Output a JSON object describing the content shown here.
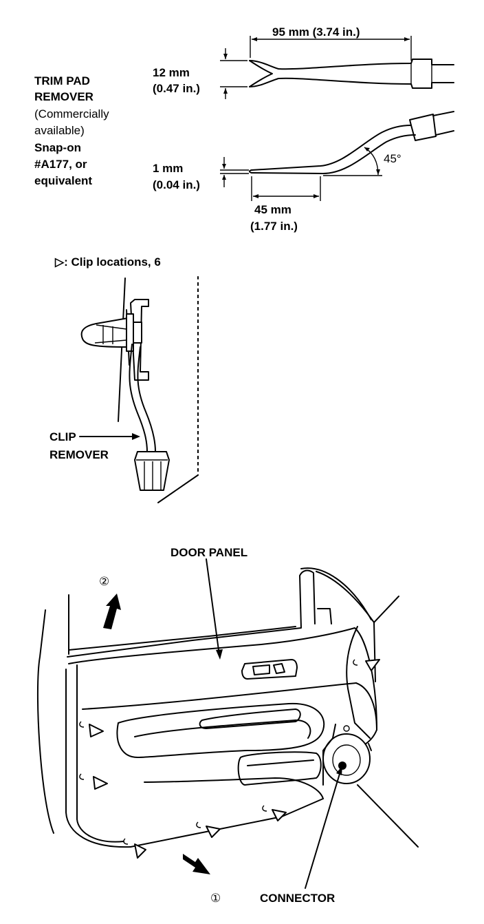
{
  "tool": {
    "name_lines": [
      "TRIM PAD",
      "REMOVER",
      "(Commercially",
      "available)",
      "Snap-on",
      "#A177, or",
      "equivalent"
    ],
    "dim_length": "95 mm (3.74 in.)",
    "dim_fork_width": [
      "12 mm",
      "(0.47 in.)"
    ],
    "dim_thickness": [
      "1 mm",
      "(0.04 in.)"
    ],
    "dim_bend_length": [
      "45 mm",
      "(1.77 in.)"
    ],
    "dim_angle": "45°"
  },
  "clip_detail": {
    "legend": "▷: Clip locations, 6",
    "remover_label": [
      "CLIP",
      "REMOVER"
    ]
  },
  "door": {
    "panel_label": "DOOR PANEL",
    "step_1": "①",
    "step_2": "②",
    "connector_label": "CONNECTOR"
  }
}
